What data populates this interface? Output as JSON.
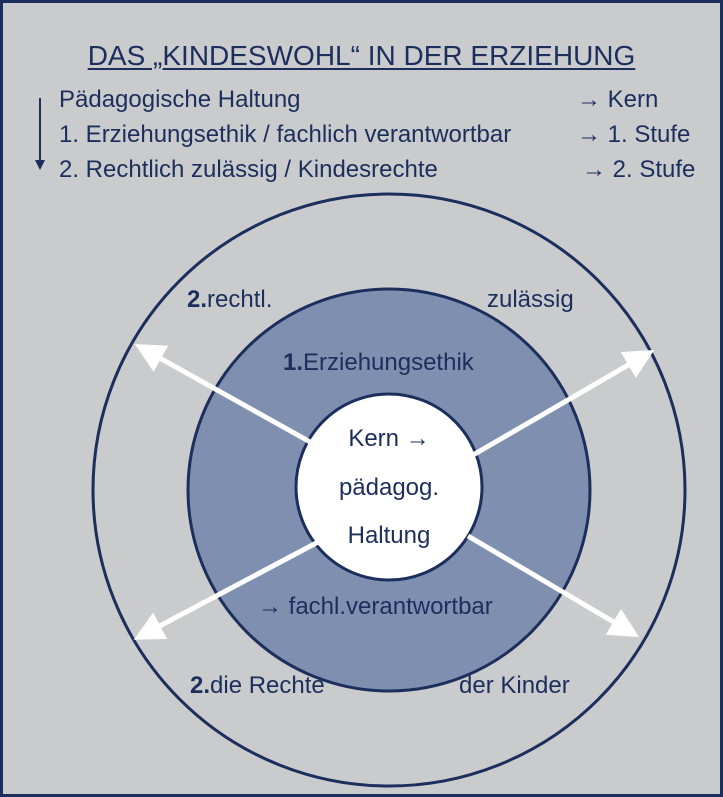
{
  "title": "DAS „KINDESWOHL“ IN DER ERZIEHUNG",
  "legend": {
    "rows": [
      {
        "left": "Pädagogische Haltung",
        "right": "→ Kern"
      },
      {
        "left": "1. Erziehungsethik / fachlich verantwortbar",
        "right": "→ 1. Stufe"
      },
      {
        "left": "2. Rechtlich zulässig / Kindesrechte",
        "right": "→ 2. Stufe"
      }
    ]
  },
  "diagram": {
    "outer_ring": {
      "top_left_num": "2.",
      "top_left_text": "rechtl.",
      "top_right_text": "zulässig",
      "bottom_left_num": "2.",
      "bottom_left_text": "die Rechte",
      "bottom_right_text": "der Kinder"
    },
    "middle_ring": {
      "top_num": "1.",
      "top_text": "Erziehungsethik",
      "bottom_text": "→ fachl.verantwortbar"
    },
    "core": {
      "line1": "Kern →",
      "line2": "pädagog.",
      "line3": "Haltung"
    }
  },
  "colors": {
    "navy": "#1c2e5c",
    "background": "#c9cbcd",
    "middle_fill": "#7f8fb0",
    "white": "#ffffff"
  }
}
